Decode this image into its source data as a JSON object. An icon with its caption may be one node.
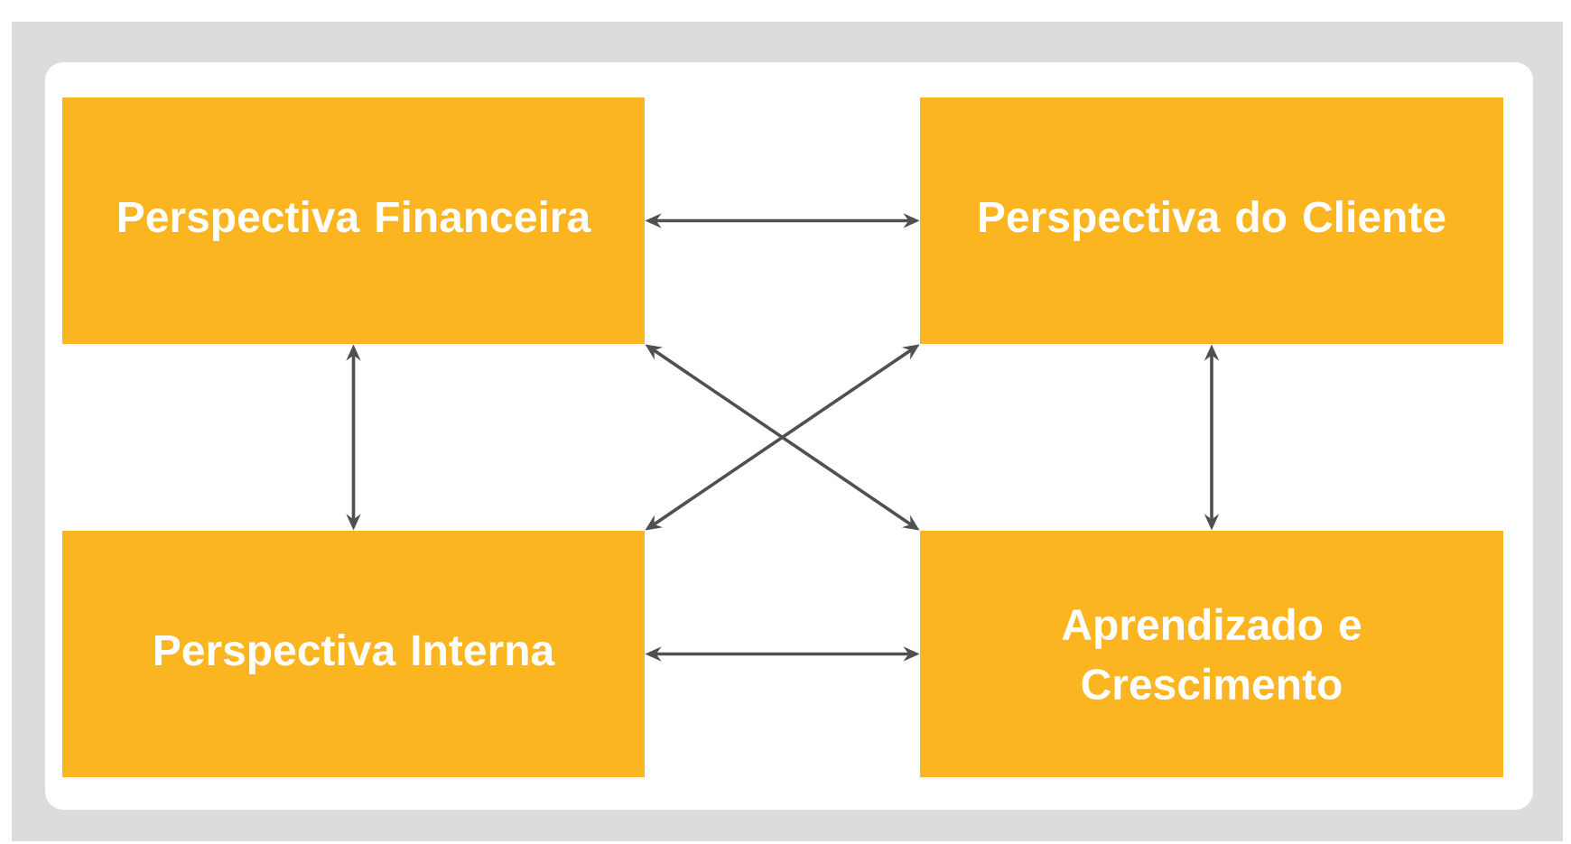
{
  "diagram": {
    "nodes": [
      {
        "text": [
          "Perspectiva Financeira"
        ]
      },
      {
        "text": [
          "Perspectiva do Cliente"
        ]
      },
      {
        "text": [
          "Perspectiva Interna"
        ]
      },
      {
        "text": [
          "Aprendizado e Crescimento"
        ]
      }
    ],
    "edges": [
      {
        "from": 0,
        "to": 1,
        "arrow": "both"
      },
      {
        "from": 0,
        "to": 2,
        "arrow": "both"
      },
      {
        "from": 1,
        "to": 3,
        "arrow": "both"
      },
      {
        "from": 0,
        "to": 3,
        "arrow": "both"
      },
      {
        "from": 1,
        "to": 2,
        "arrow": "both"
      },
      {
        "from": 2,
        "to": 3,
        "arrow": "both"
      }
    ]
  }
}
